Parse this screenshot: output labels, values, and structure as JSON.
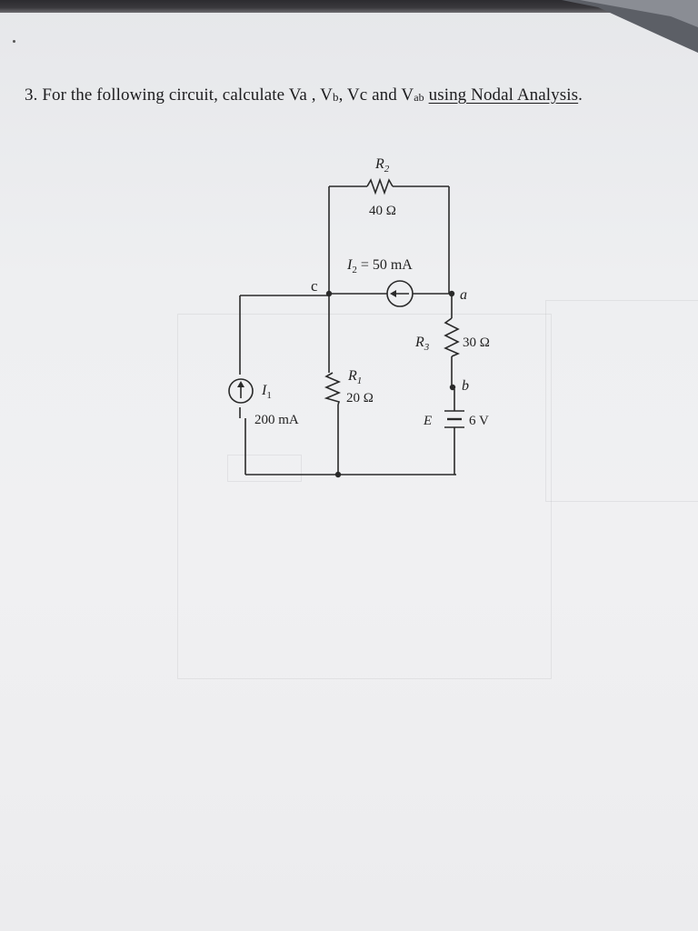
{
  "question": {
    "number": "3.",
    "text": "For the following circuit, calculate Va , V",
    "vb_sub": "b",
    "vc_text": ", Vc and V",
    "vab_sub": "ab",
    "underlined": "using Nodal Analysis",
    "period": "."
  },
  "circuit": {
    "r2_label": "R",
    "r2_sub": "2",
    "r2_value": "40 Ω",
    "i2_label": "I",
    "i2_sub": "2",
    "i2_value": " = 50 mA",
    "node_c": "c",
    "node_a": "a",
    "node_b": "b",
    "r3_label": "R",
    "r3_sub": "3",
    "r3_value": "30 Ω",
    "r1_label": "R",
    "r1_sub": "1",
    "r1_value": "20 Ω",
    "i1_label": "I",
    "i1_sub": "1",
    "i1_value": "200 mA",
    "e_label": "E",
    "e_value": "6 V"
  }
}
